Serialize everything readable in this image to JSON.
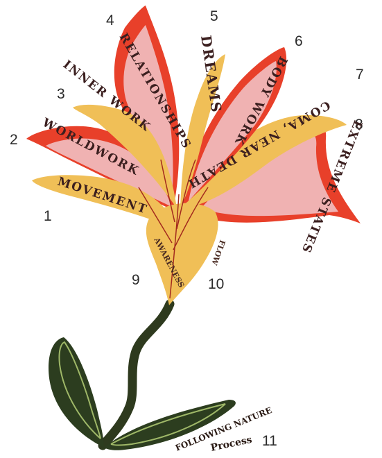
{
  "numbers": {
    "n1": "1",
    "n2": "2",
    "n3": "3",
    "n4": "4",
    "n5": "5",
    "n6": "6",
    "n7": "7",
    "n8": "8",
    "n9": "9",
    "n10": "10",
    "n11": "11"
  },
  "petal_labels": {
    "p1": "MOVEMENT",
    "p2": "WORLDWORK",
    "p3": "INNER WORK",
    "p4": "RELATIONSHIPS",
    "p5": "DREAMS",
    "p6": "BODY WORK",
    "p7": "COMA, NEAR DEATH",
    "p8": "EXTREME STATES"
  },
  "stem_labels": {
    "s9": "AWARENESS",
    "s10": "FLOW"
  },
  "caption": {
    "line1": "FOLLOWING NATURE",
    "line2": "Process"
  },
  "colors": {
    "red_petal": "#e8402a",
    "red_petal_inner": "#f0b2b2",
    "yellow_petal": "#f0bf57",
    "yellow_petal_inner": "#f4d68a",
    "stem": "#2e3a1e",
    "leaf": "#2c3d1f",
    "leaf_vein": "#9fb868"
  }
}
